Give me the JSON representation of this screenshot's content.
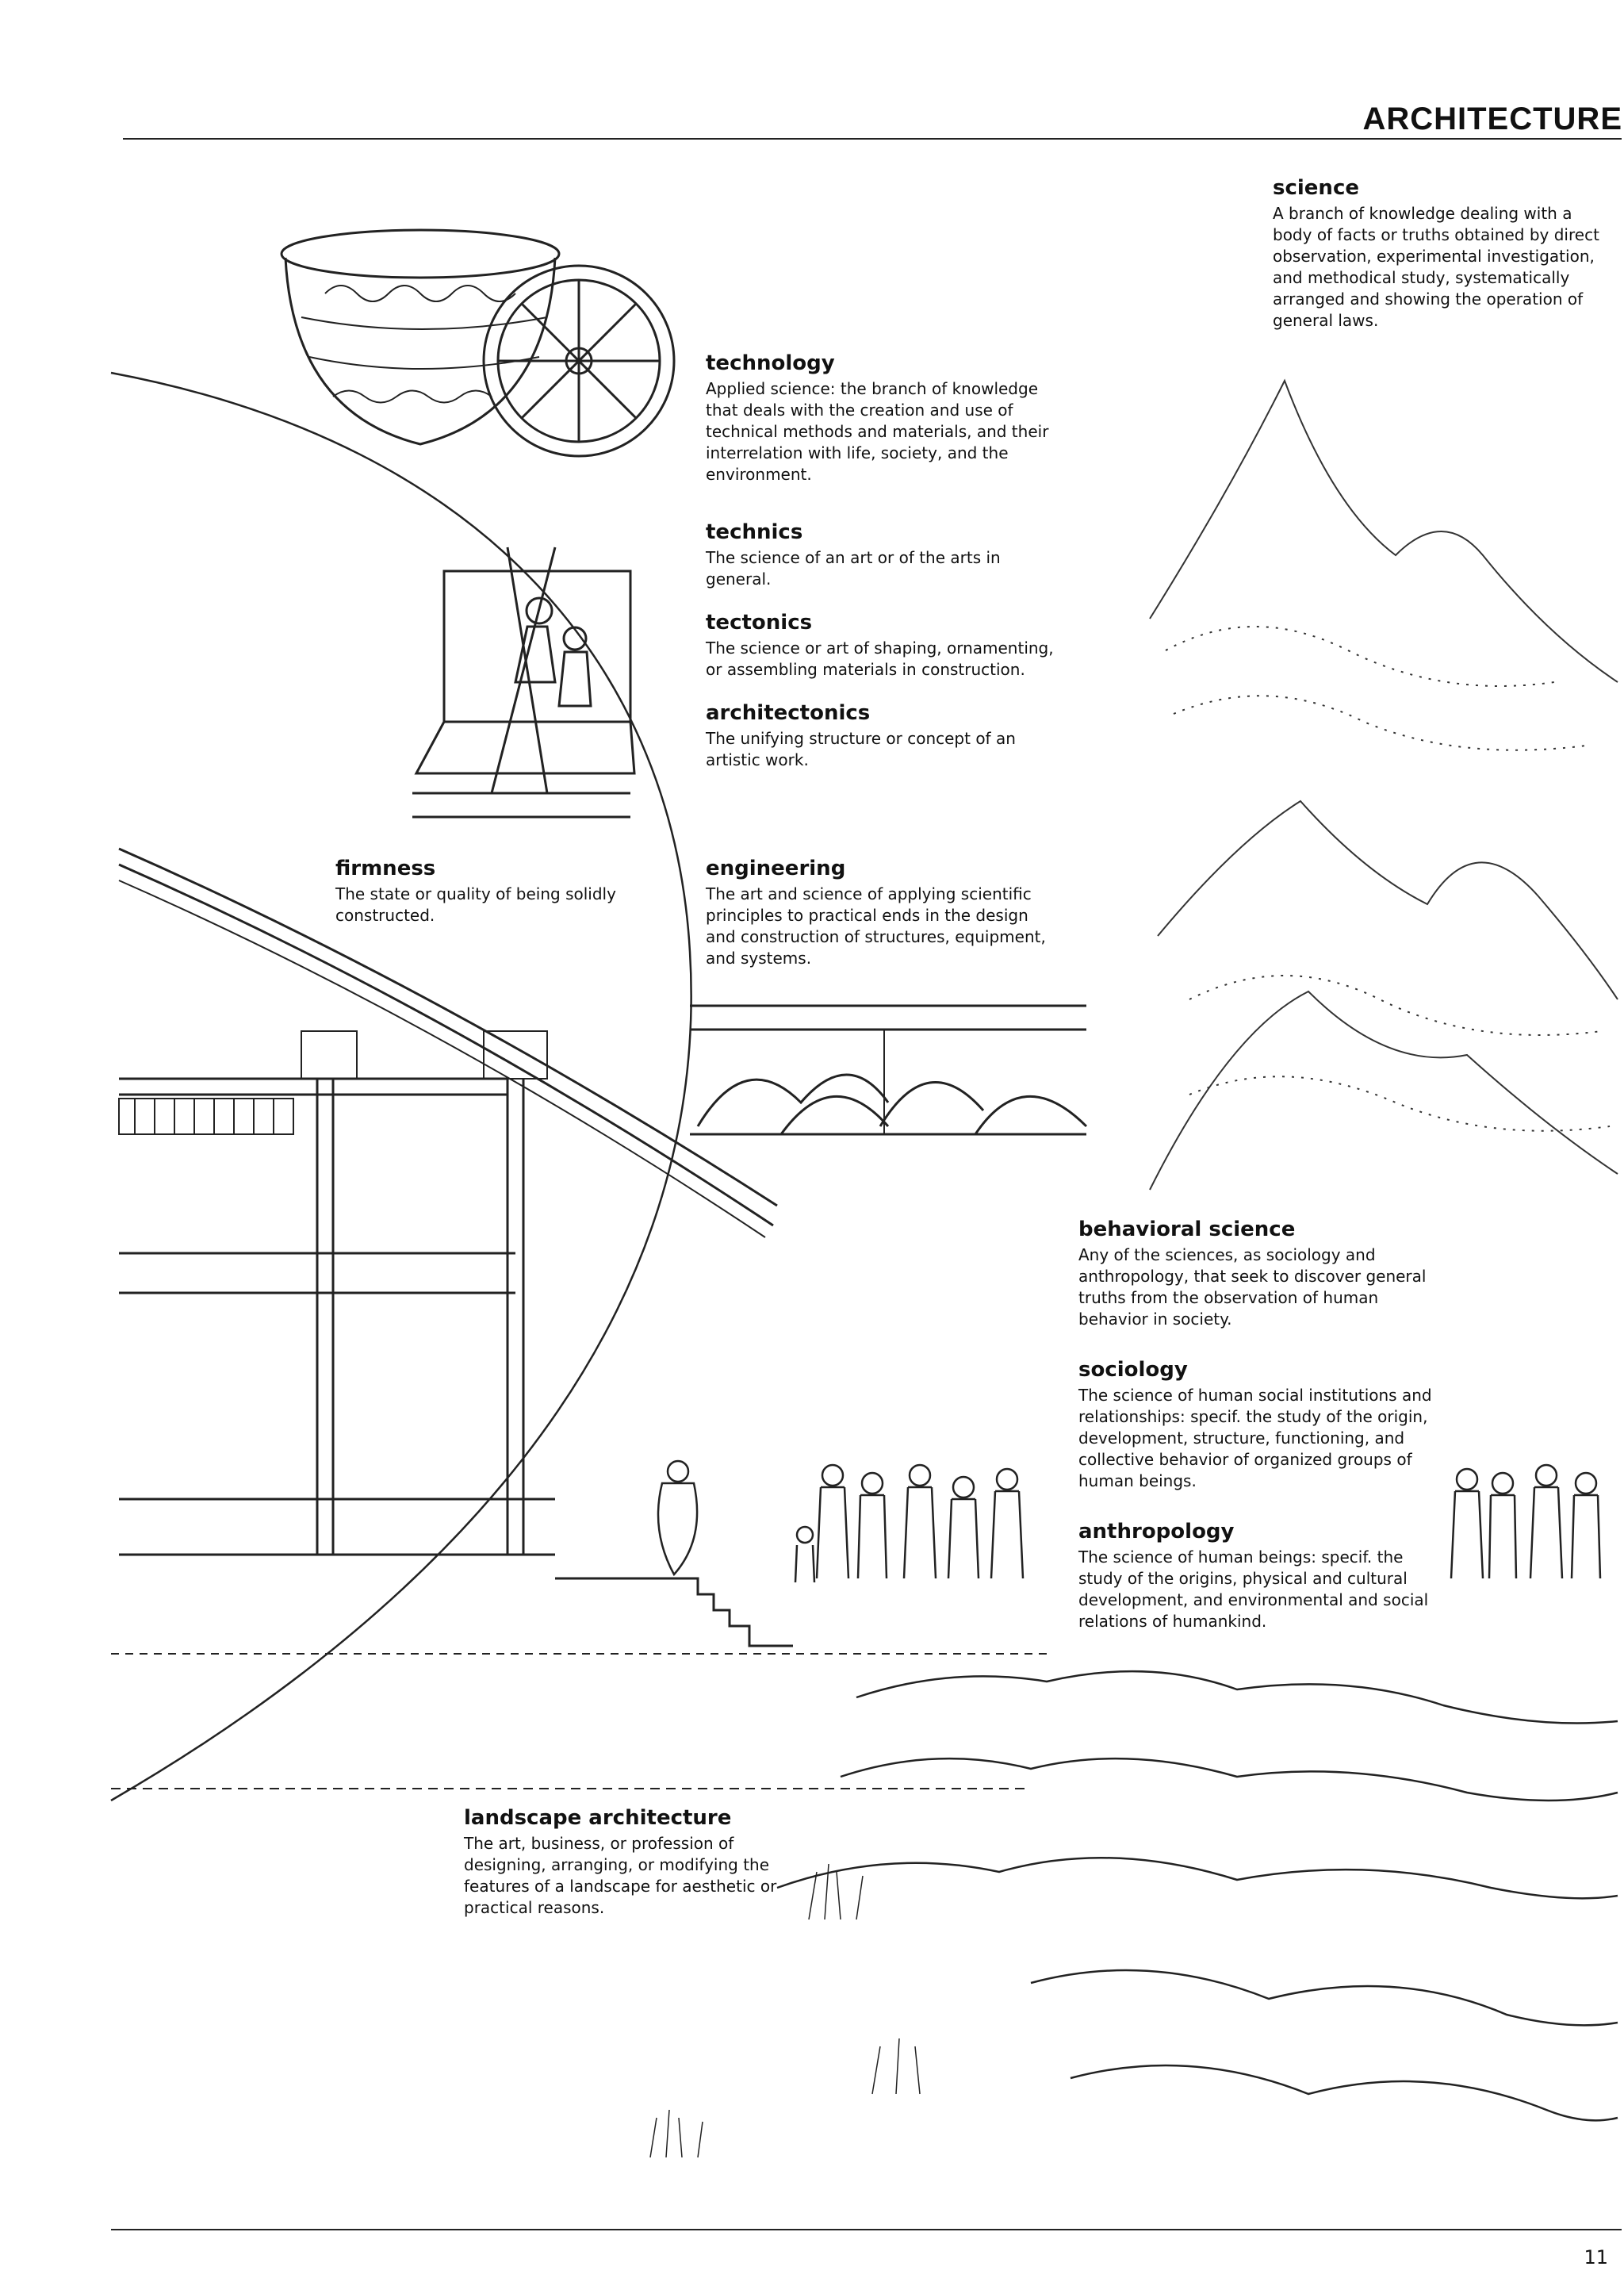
{
  "header": {
    "title": "ARCHITECTURE"
  },
  "entries": {
    "science": {
      "term": "science",
      "definition": "A branch of knowledge dealing with a body of facts or truths obtained by direct observation, experimental investigation, and methodical study, systematically arranged and showing the operation of general laws."
    },
    "technology": {
      "term": "technology",
      "definition": "Applied science: the branch of knowledge that deals with the creation and use of technical methods and materials, and their interrelation with life, society, and the environment."
    },
    "technics": {
      "term": "technics",
      "definition": "The science of an art or of the arts in general."
    },
    "tectonics": {
      "term": "tectonics",
      "definition": "The science or art of shaping, ornamenting, or assembling materials in construction."
    },
    "architectonics": {
      "term": "architectonics",
      "definition": "The unifying structure or concept of an artistic work."
    },
    "firmness": {
      "term": "firmness",
      "definition": "The state or quality of being solidly constructed."
    },
    "engineering": {
      "term": "engineering",
      "definition": "The art and science of applying scientific principles to practical ends in the design and construction of structures, equipment, and systems."
    },
    "behavioral_science": {
      "term": "behavioral science",
      "definition": "Any of the sciences, as sociology and anthropology, that seek to discover general truths from the observation of human behavior in society."
    },
    "sociology": {
      "term": "sociology",
      "definition": "The science of human social institutions and relationships: specif. the study of the origin, development, structure, functioning, and collective behavior of organized groups of human beings."
    },
    "anthropology": {
      "term": "anthropology",
      "definition": "The science of human beings: specif. the study of the origins, physical and cultural development, and environmental and social relations of humankind."
    },
    "landscape_architecture": {
      "term": "landscape architecture",
      "definition": "The art, business, or profession of designing, arranging, or modifying the features of a landscape for aesthetic or practical reasons."
    }
  },
  "footer": {
    "page_number": "11"
  }
}
